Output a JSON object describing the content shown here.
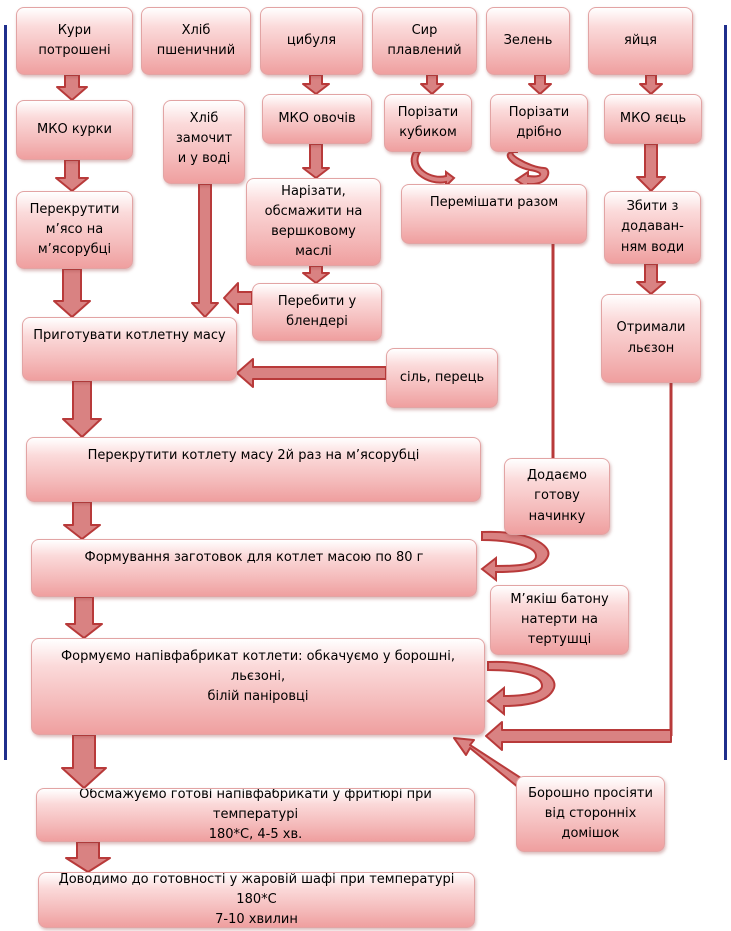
{
  "colors": {
    "arrow_fill": "#d98282",
    "arrow_stroke": "#b83a3a",
    "box_light": "#fbdada",
    "box_dark": "#ef9f9f",
    "edge": "#1f2e8c"
  },
  "nodes": {
    "kury": "Кури\nпотрошені",
    "khlib": "Хліб\nпшеничний",
    "tsybulia": "цибуля",
    "syr": "Сир\nплавлений",
    "zelen": "Зелень",
    "yaitsia": "яйця",
    "mko_kury": "МКО курки",
    "khlib_zamochyt": "Хліб\nзамочит\nи у воді",
    "mko_ovochiv": "МКО овочів",
    "porizaty_kubykom": "Порізати\nкубиком",
    "porizaty_dribno": "Порізати\nдрібно",
    "mko_yaiets": "МКО яєць",
    "nariazaty": "Нарізати,\nобсмажити на\nвершковому маслі",
    "perekrutyty_miaso": "Перекрутити\nм’ясо на\nм’ясорубці",
    "peremishaty": "Перемішати разом",
    "zbyty": "Збити з\nдодаван-\nням води",
    "perebyty": "Перебити у\nблендері",
    "pryhotuvaty": "Приготувати котлетну масу",
    "otrymaly": "Отримали\nльєзон",
    "sil_perets": "сіль, перець",
    "perekrutyty_masu": "Перекрутити котлету масу 2й раз на м’ясорубці",
    "dodaiemo": "Додаємо\nготову\nначинку",
    "formuvannia": "Формування заготовок для котлет масою по 80 г",
    "miakish": "М’якіш батону\nнатерти на\nтертушці",
    "formuiemo": "Формуємо напівфабрикат котлети: обкачуємо у борошні, льєзоні,\nбілій паніровці",
    "boroshno": "Борошно просіяти\nвід сторонніх\nдомішок",
    "obsmazhuiemo": "Обсмажуємо готові напівфабрикати у фритюрі при температурі\n180*С, 4-5 хв.",
    "dovodymo": "Доводимо до готовності у жаровій шафі при температурі 180*С\n7-10 хвилин"
  }
}
